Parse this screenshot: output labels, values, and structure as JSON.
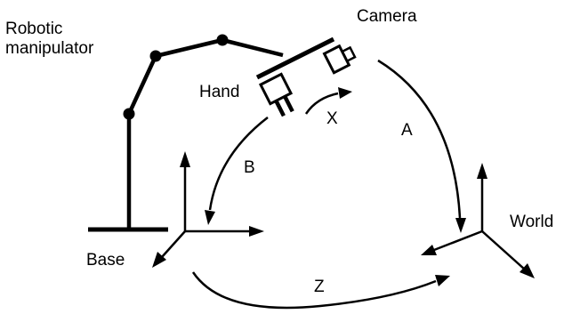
{
  "labels": {
    "robotic_line1": "Robotic",
    "robotic_line2": "manipulator",
    "camera": "Camera",
    "hand": "Hand",
    "x": "X",
    "a": "A",
    "b": "B",
    "world": "World",
    "base": "Base",
    "z": "Z"
  }
}
